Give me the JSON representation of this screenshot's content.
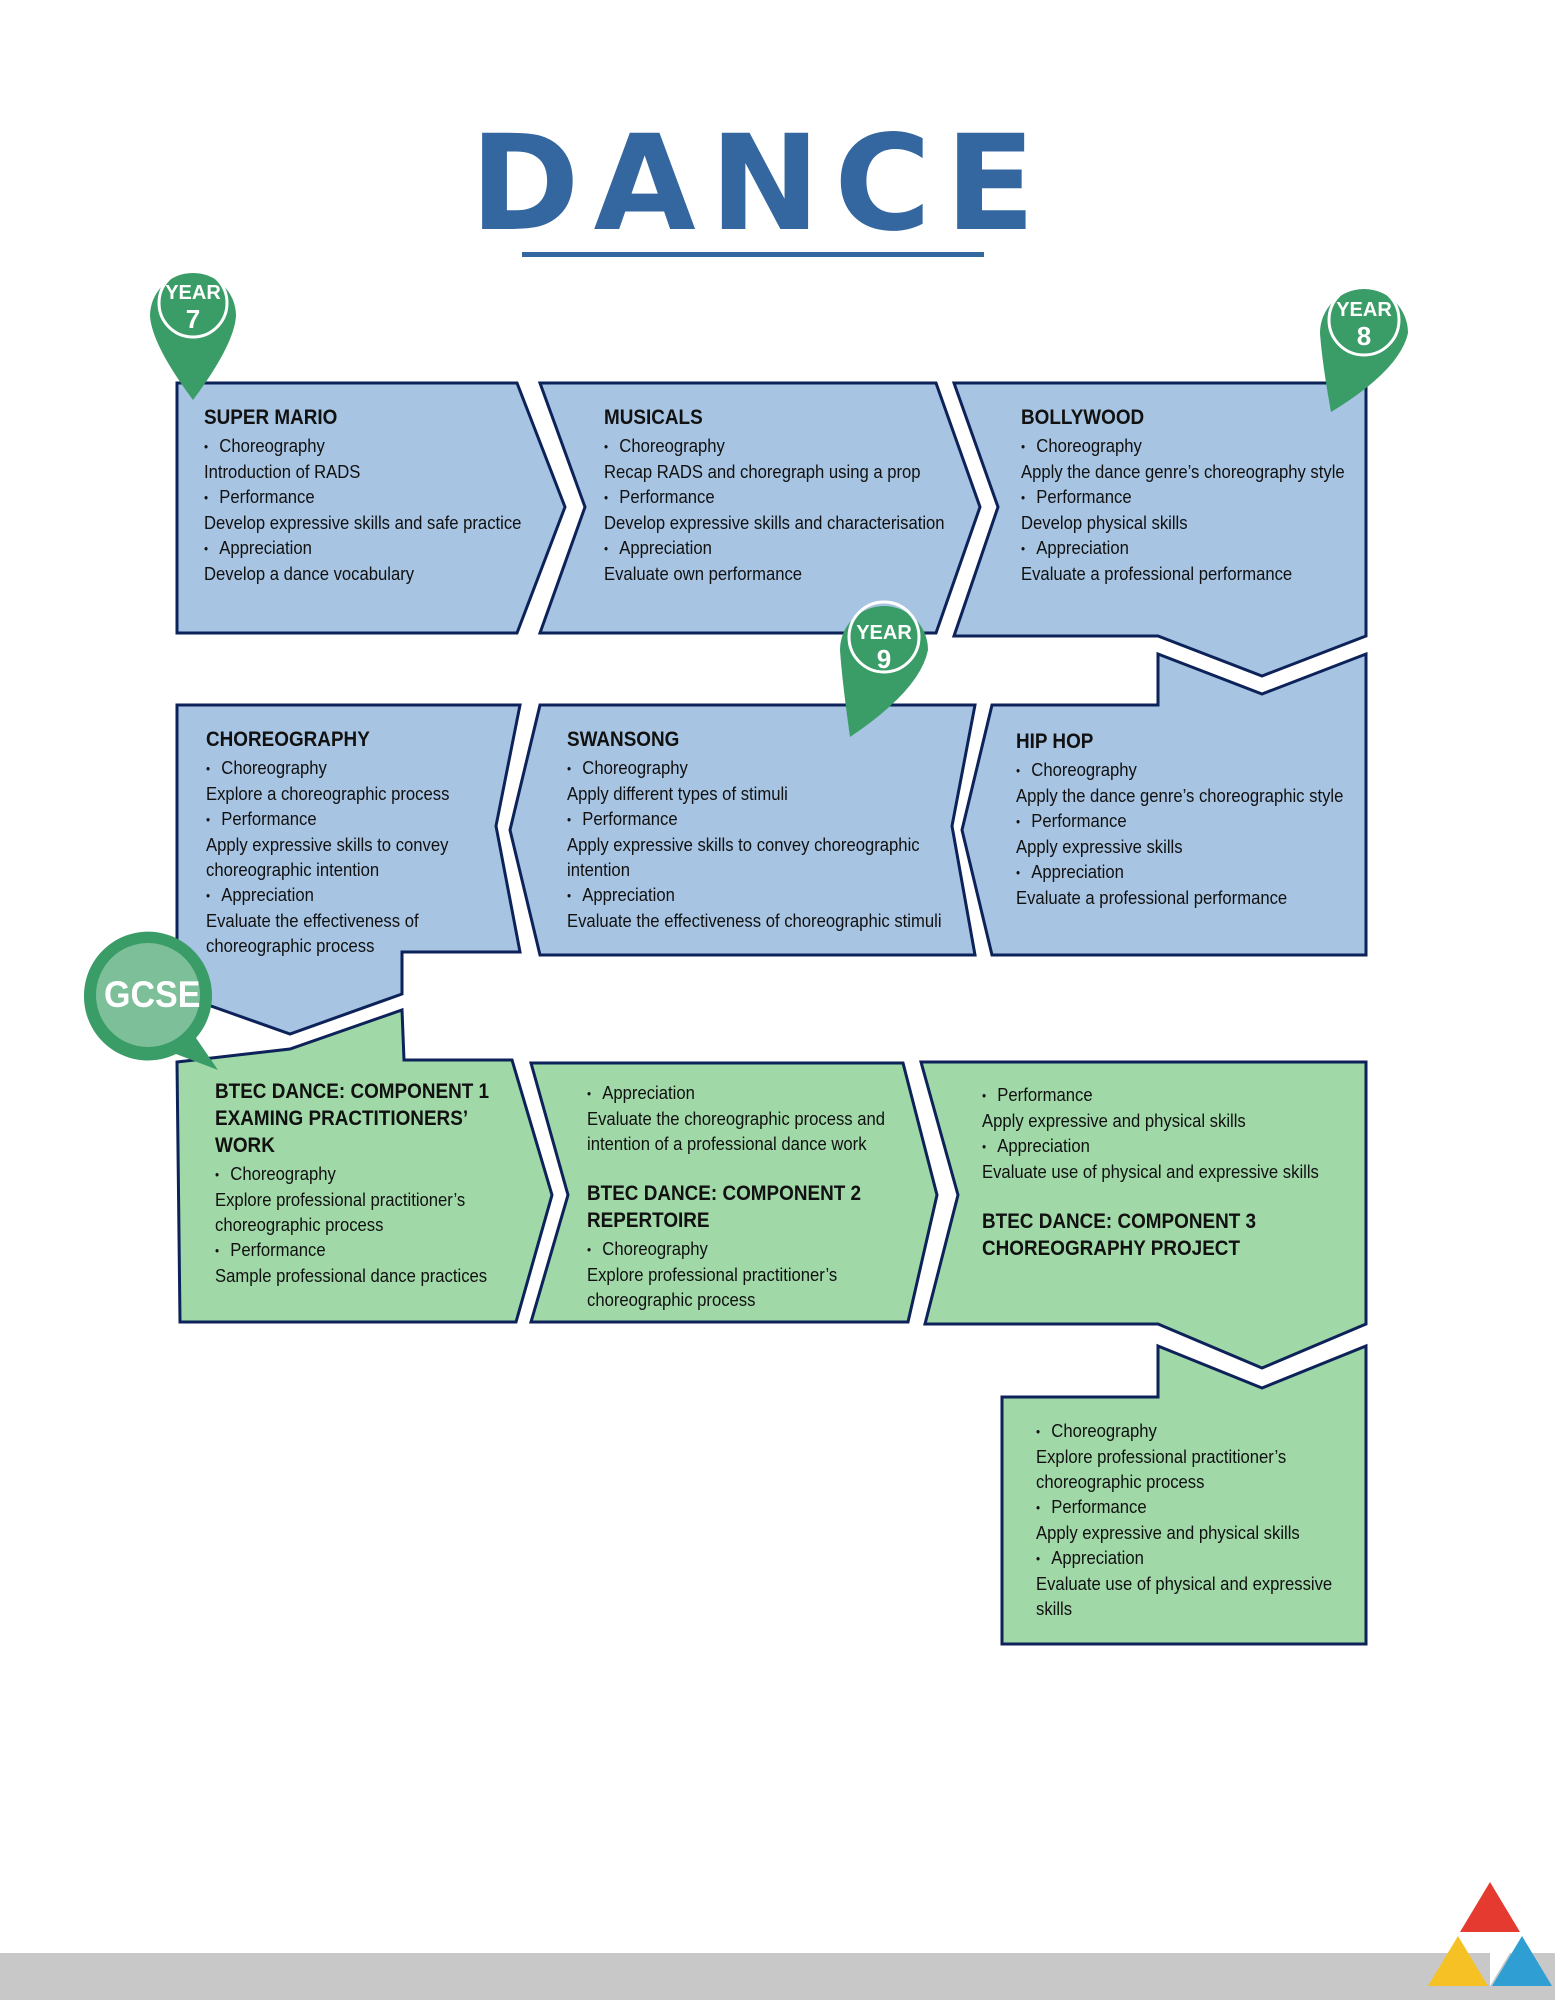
{
  "title": "DANCE",
  "pins": {
    "year7": {
      "line1": "YEAR",
      "line2": "7"
    },
    "year8": {
      "line1": "YEAR",
      "line2": "8"
    },
    "year9": {
      "line1": "YEAR",
      "line2": "9"
    },
    "gcse": {
      "line1": "GCSE"
    }
  },
  "boxes": {
    "super_mario": {
      "heading": "SUPER MARIO",
      "b1": "Choreography",
      "t1": "Introduction of RADS",
      "b2": "Performance",
      "t2": "Develop expressive skills and safe practice",
      "b3": "Appreciation",
      "t3": "Develop a dance vocabulary"
    },
    "musicals": {
      "heading": "MUSICALS",
      "b1": "Choreography",
      "t1": "Recap RADS and choregraph using a prop",
      "b2": "Performance",
      "t2": "Develop expressive skills and characterisation",
      "b3": "Appreciation",
      "t3": "Evaluate own performance"
    },
    "bollywood": {
      "heading": "BOLLYWOOD",
      "b1": "Choreography",
      "t1": "Apply the dance genre’s choreography style",
      "b2": "Performance",
      "t2": "Develop physical skills",
      "b3": "Appreciation",
      "t3": "Evaluate a professional performance"
    },
    "choreography": {
      "heading": "CHOREOGRAPHY",
      "b1": "Choreography",
      "t1": "Explore a choreographic process",
      "b2": "Performance",
      "t2a": "Apply expressive skills to convey",
      "t2b": "choreographic intention",
      "b3": "Appreciation",
      "t3a": "Evaluate the effectiveness of",
      "t3b": "choreographic process"
    },
    "swansong": {
      "heading": "SWANSONG",
      "b1": "Choreography",
      "t1": "Apply different types of stimuli",
      "b2": "Performance",
      "t2a": "Apply expressive skills to convey choreographic",
      "t2b": "intention",
      "b3": "Appreciation",
      "t3": "Evaluate the effectiveness of choreographic stimuli"
    },
    "hip_hop": {
      "heading": "HIP HOP",
      "b1": "Choreography",
      "t1": "Apply the dance genre’s choreographic style",
      "b2": "Performance",
      "t2": "Apply expressive skills",
      "b3": "Appreciation",
      "t3": "Evaluate a professional performance"
    },
    "btec1": {
      "h1": "BTEC DANCE: COMPONENT 1",
      "h2": "EXAMING PRACTITIONERS’",
      "h3": "WORK",
      "b1": "Choreography",
      "t1a": "Explore professional practitioner’s",
      "t1b": "choreographic process",
      "b2": "Performance",
      "t2": "Sample professional dance practices"
    },
    "btec2": {
      "b0": "Appreciation",
      "t0a": "Evaluate the choreographic process and",
      "t0b": "intention of a professional dance work",
      "h1": "BTEC DANCE: COMPONENT 2",
      "h2": "REPERTOIRE",
      "b1": "Choreography",
      "t1a": "Explore professional practitioner’s",
      "t1b": "choreographic process"
    },
    "btec3": {
      "b0": "Performance",
      "t0": "Apply expressive and physical skills",
      "b00": "Appreciation",
      "t00": "Evaluate use of physical and expressive skills",
      "h1": "BTEC DANCE: COMPONENT 3",
      "h2": "CHOREOGRAPHY PROJECT"
    },
    "btec3_cont": {
      "b1": "Choreography",
      "t1a": "Explore professional practitioner’s",
      "t1b": "choreographic process",
      "b2": "Performance",
      "t2": "Apply expressive and physical skills",
      "b3": "Appreciation",
      "t3a": "Evaluate use of physical and expressive",
      "t3b": "skills"
    }
  },
  "colors": {
    "blue_box": "#a7c4e2",
    "green_box": "#a0d8a8",
    "pin": "#3a9c66",
    "title": "#3467a0",
    "outline": "#0c2259"
  }
}
